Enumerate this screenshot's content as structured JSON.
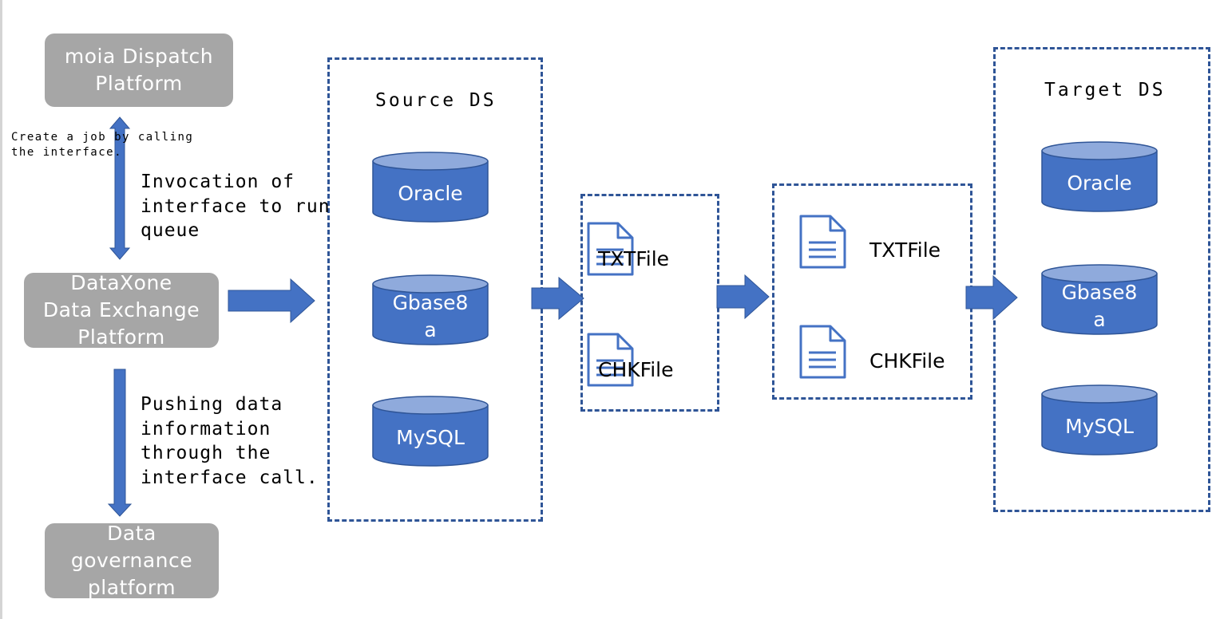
{
  "platforms": {
    "dispatch": [
      "moia Dispatch",
      "Platform"
    ],
    "exchange": [
      "DataXone",
      "Data Exchange",
      "Platform"
    ],
    "governance": [
      "Data",
      "governance",
      "platform"
    ]
  },
  "captions": {
    "create_job": [
      "Create a job by calling",
      "the interface."
    ],
    "invocation": [
      "Invocation of",
      "interface to run",
      "queue"
    ],
    "pushing": [
      "Pushing data",
      "information",
      "through the",
      "interface call."
    ]
  },
  "source_ds": {
    "title": "Source DS",
    "databases": {
      "oracle": [
        "Oracle"
      ],
      "gbase": [
        "Gbase8",
        "a"
      ],
      "mysql": [
        "MySQL"
      ]
    }
  },
  "files_a": {
    "txt": "TXTFile",
    "chk": "CHKFile"
  },
  "files_b": {
    "txt": "TXTFile",
    "chk": "CHKFile"
  },
  "target_ds": {
    "title": "Target DS",
    "databases": {
      "oracle": [
        "Oracle"
      ],
      "gbase": [
        "Gbase8",
        "a"
      ],
      "mysql": [
        "MySQL"
      ]
    }
  },
  "colors": {
    "platform_box": "#a6a6a6",
    "database": "#4472c4",
    "database_top": "#8faadc",
    "database_outline": "#2f5597",
    "dashed_border": "#2f5597",
    "arrow": "#4472c4"
  },
  "icons": [
    "vertical-double-arrow-icon",
    "down-arrow-icon",
    "right-arrow-icon",
    "database-icon",
    "document-icon"
  ]
}
